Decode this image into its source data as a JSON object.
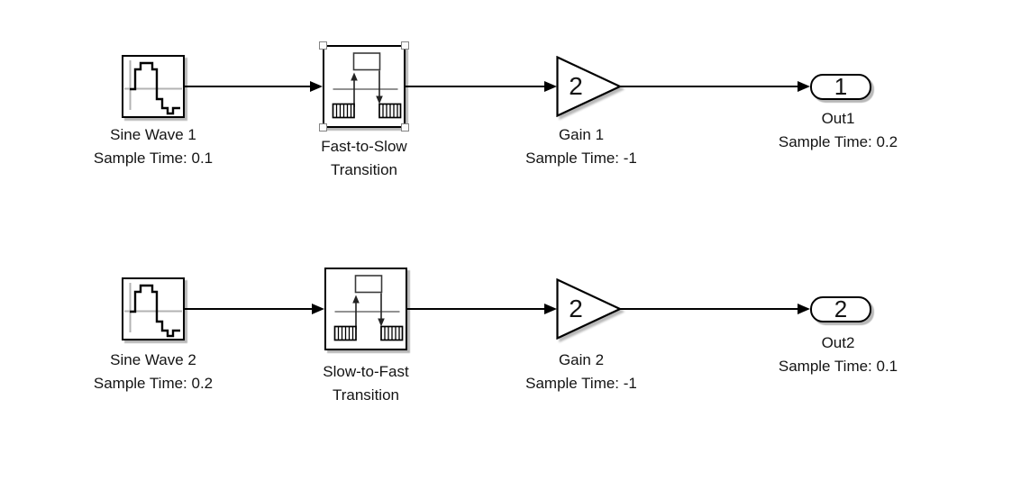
{
  "app": "simulink-model-diagram",
  "blocks": {
    "sine1": {
      "label": "Sine Wave 1",
      "sublabel": "Sample Time: 0.1",
      "icon": "discrete-sine-wave-icon"
    },
    "rate1": {
      "label": "Fast-to-Slow",
      "sublabel": "Transition",
      "icon": "rate-transition-icon",
      "selected": true
    },
    "gain1": {
      "value": "2",
      "label": "Gain 1",
      "sublabel": "Sample Time: -1",
      "icon": "gain-triangle-icon"
    },
    "out1": {
      "port": "1",
      "label": "Out1",
      "sublabel": "Sample Time: 0.2",
      "icon": "output-port-icon"
    },
    "sine2": {
      "label": "Sine Wave 2",
      "sublabel": "Sample Time: 0.2",
      "icon": "discrete-sine-wave-icon"
    },
    "rate2": {
      "label": "Slow-to-Fast",
      "sublabel": "Transition",
      "icon": "rate-transition-icon",
      "selected": false
    },
    "gain2": {
      "value": "2",
      "label": "Gain 2",
      "sublabel": "Sample Time: -1",
      "icon": "gain-triangle-icon"
    },
    "out2": {
      "port": "2",
      "label": "Out2",
      "sublabel": "Sample Time: 0.1",
      "icon": "output-port-icon"
    }
  },
  "connections": [
    {
      "from": "Sine Wave 1",
      "to": "Fast-to-Slow Transition"
    },
    {
      "from": "Fast-to-Slow Transition",
      "to": "Gain 1"
    },
    {
      "from": "Gain 1",
      "to": "Out1"
    },
    {
      "from": "Sine Wave 2",
      "to": "Slow-to-Fast Transition"
    },
    {
      "from": "Slow-to-Fast Transition",
      "to": "Gain 2"
    },
    {
      "from": "Gain 2",
      "to": "Out2"
    }
  ],
  "colors": {
    "background": "#ffffff",
    "wire": "#000000",
    "block_border": "#000000",
    "icon_axis_gray": "#b3b3b3",
    "shadow": "#b9b9b9",
    "selection_handle_fill": "#fbfbfb",
    "selection_handle_border": "#848484"
  }
}
